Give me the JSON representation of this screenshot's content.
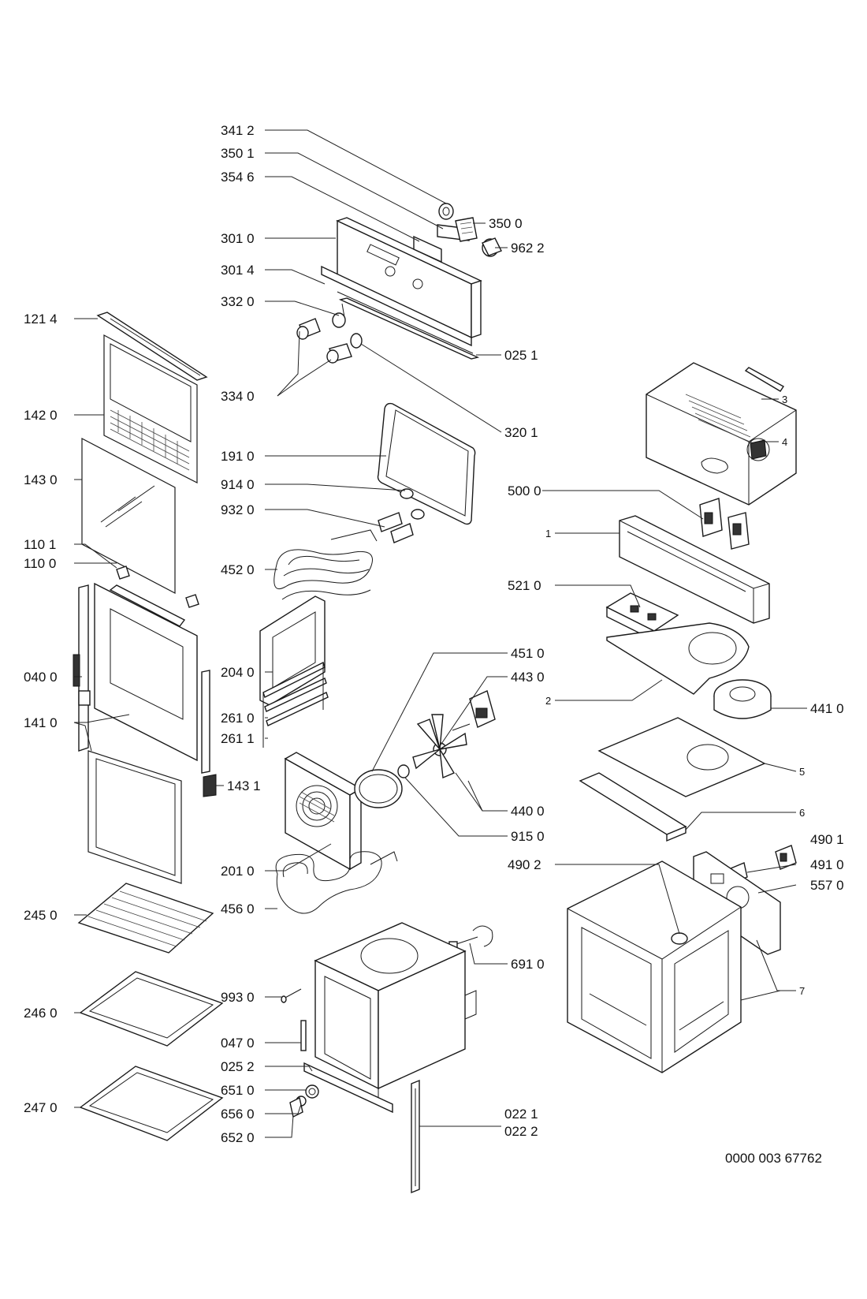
{
  "labels": {
    "p3412": "341 2",
    "p3501": "350 1",
    "p3546": "354 6",
    "p3500": "350 0",
    "p3010": "301 0",
    "p9622": "962 2",
    "p3014": "301 4",
    "p3320": "332 0",
    "p1214": "121 4",
    "p0251": "025 1",
    "p3340": "334 0",
    "p1420": "142 0",
    "p3201": "320 1",
    "p3": "3",
    "p4": "4",
    "p1910": "191 0",
    "p1430": "143 0",
    "p9140": "914 0",
    "p5000": "500 0",
    "p9320": "932 0",
    "p1101": "110 1",
    "p1": "1",
    "p1100": "110 0",
    "p4520": "452 0",
    "p5210": "521 0",
    "p4510": "451 0",
    "p0400": "040 0",
    "p2040": "204 0",
    "p4430": "443 0",
    "p2": "2",
    "p4410": "441 0",
    "p1410": "141 0",
    "p2610": "261 0",
    "p2611": "261 1",
    "p5": "5",
    "p1431": "143 1",
    "p4400": "440 0",
    "p6": "6",
    "p9150": "915 0",
    "p4901": "490 1",
    "p4902": "490 2",
    "p4910": "491 0",
    "p2010": "201 0",
    "p5570": "557 0",
    "p4560": "456 0",
    "p2450": "245 0",
    "p6910": "691 0",
    "p7": "7",
    "p9930": "993 0",
    "p2460": "246 0",
    "p0470": "047 0",
    "p0252": "025 2",
    "p6510": "651 0",
    "p2470": "247 0",
    "p6560": "656 0",
    "p0221": "022 1",
    "p6520": "652 0",
    "p0222": "022 2"
  },
  "document_number": "0000 003 67762"
}
